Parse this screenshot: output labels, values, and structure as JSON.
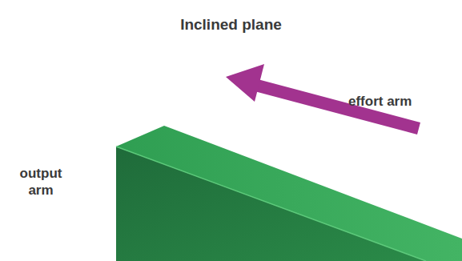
{
  "diagram": {
    "title": "Inclined plane",
    "labels": [
      "effort arm",
      "output arm"
    ]
  }
}
